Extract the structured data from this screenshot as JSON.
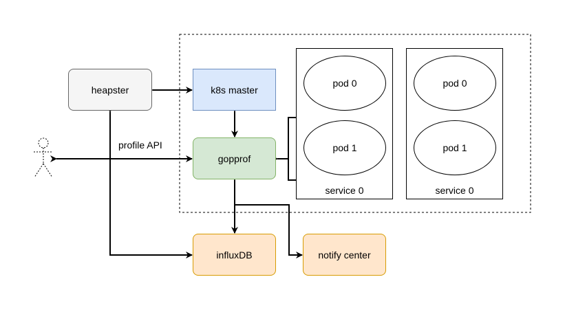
{
  "nodes": {
    "heapster": "heapster",
    "k8s_master": "k8s master",
    "gopprof": "gopprof",
    "influxdb": "influxDB",
    "notify_center": "notify center"
  },
  "services": [
    {
      "label": "service 0",
      "pods": [
        "pod 0",
        "pod 1"
      ]
    },
    {
      "label": "service 0",
      "pods": [
        "pod 0",
        "pod 1"
      ]
    }
  ],
  "edge_labels": {
    "profile_api": "profile API"
  },
  "colors": {
    "heapster_fill": "#f5f5f5",
    "heapster_stroke": "#666666",
    "k8s_fill": "#dae8fc",
    "k8s_stroke": "#6c8ebf",
    "gopprof_fill": "#d5e8d4",
    "gopprof_stroke": "#82b366",
    "orange_fill": "#ffe6cc",
    "orange_stroke": "#d79b00"
  }
}
